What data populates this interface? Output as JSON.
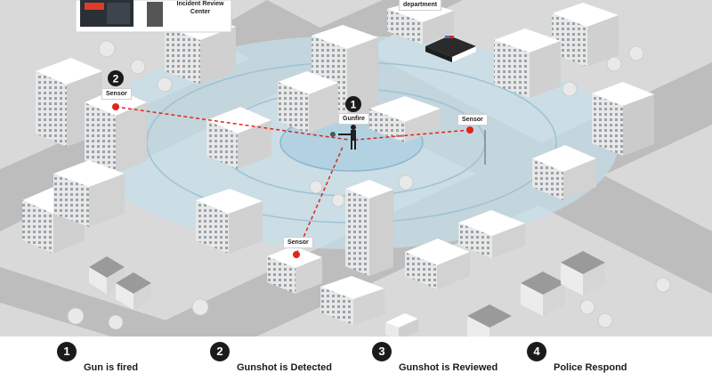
{
  "scene": {
    "callout_center": "Incident Review\nCenter",
    "callout_center_line1": "Incident Review",
    "callout_center_line2": "Center",
    "callout_department": "department",
    "gunfire_label": "Gunfire",
    "gunfire_number": "1",
    "sensor_label": "Sensor",
    "sensor_number": "2"
  },
  "steps": [
    {
      "number": "1",
      "label": "Gun is fired"
    },
    {
      "number": "2",
      "label": "Gunshot is Detected"
    },
    {
      "number": "3",
      "label": "Gunshot is Reviewed"
    },
    {
      "number": "4",
      "label": "Police Respond"
    }
  ],
  "colors": {
    "ground": "#dcdcdc",
    "road": "#b9b9b9",
    "detection_zone": "#bcd9e8",
    "sensor_red": "#e0261b",
    "building_top": "#ffffff",
    "building_side": "#d4d4d4"
  }
}
